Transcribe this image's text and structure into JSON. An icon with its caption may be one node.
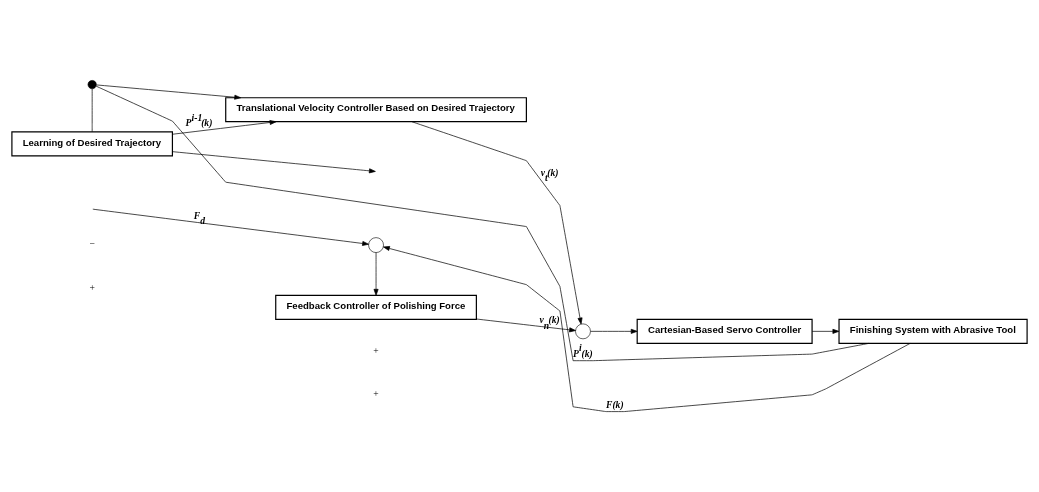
{
  "diagram": {
    "nodes": [
      {
        "text": [
          "Learning of Desired Trajectory"
        ]
      },
      {
        "text": [
          "Translational Velocity Controller Based on Desired Trajectory"
        ]
      },
      {
        "text": [
          "Feedback Controller of Polishing Force"
        ]
      },
      {
        "text": [
          "Cartesian-Based Servo Controller"
        ]
      },
      {
        "text": [
          "Finishing System with Abrasive Tool"
        ]
      },
      {
        "text": [],
        "shape": "dot"
      },
      {
        "text": [],
        "shape": "circle"
      },
      {
        "text": [],
        "shape": "circle"
      }
    ],
    "edges": [
      {
        "from": 4,
        "to": 5,
        "arrow": "none",
        "label": "P$^{i}$(k)"
      },
      {
        "from": 5,
        "to": 0,
        "arrow": "none"
      },
      {
        "from": 5,
        "to": 1,
        "arrow": "to"
      },
      {
        "from": 0,
        "to": 1,
        "arrow": "to",
        "label": "P$^{i-1}$(k)"
      },
      {
        "from": 0,
        "to": null,
        "arrow": "to"
      },
      {
        "from": null,
        "to": 6,
        "arrow": "to",
        "label": "F$_{d}$"
      },
      {
        "from": 4,
        "to": 6,
        "arrow": "to",
        "label": "F(k)"
      },
      {
        "from": 6,
        "to": 2,
        "arrow": "to"
      },
      {
        "from": 2,
        "to": 7,
        "arrow": "to",
        "label": "v$_{n}$(k)"
      },
      {
        "from": 1,
        "to": 7,
        "arrow": "to",
        "label": "v$_{t}$(k)"
      },
      {
        "from": 7,
        "to": 3,
        "arrow": "to"
      },
      {
        "from": 3,
        "to": 4,
        "arrow": "to"
      }
    ],
    "labels": [
      "−",
      "+",
      "+",
      "+"
    ]
  }
}
